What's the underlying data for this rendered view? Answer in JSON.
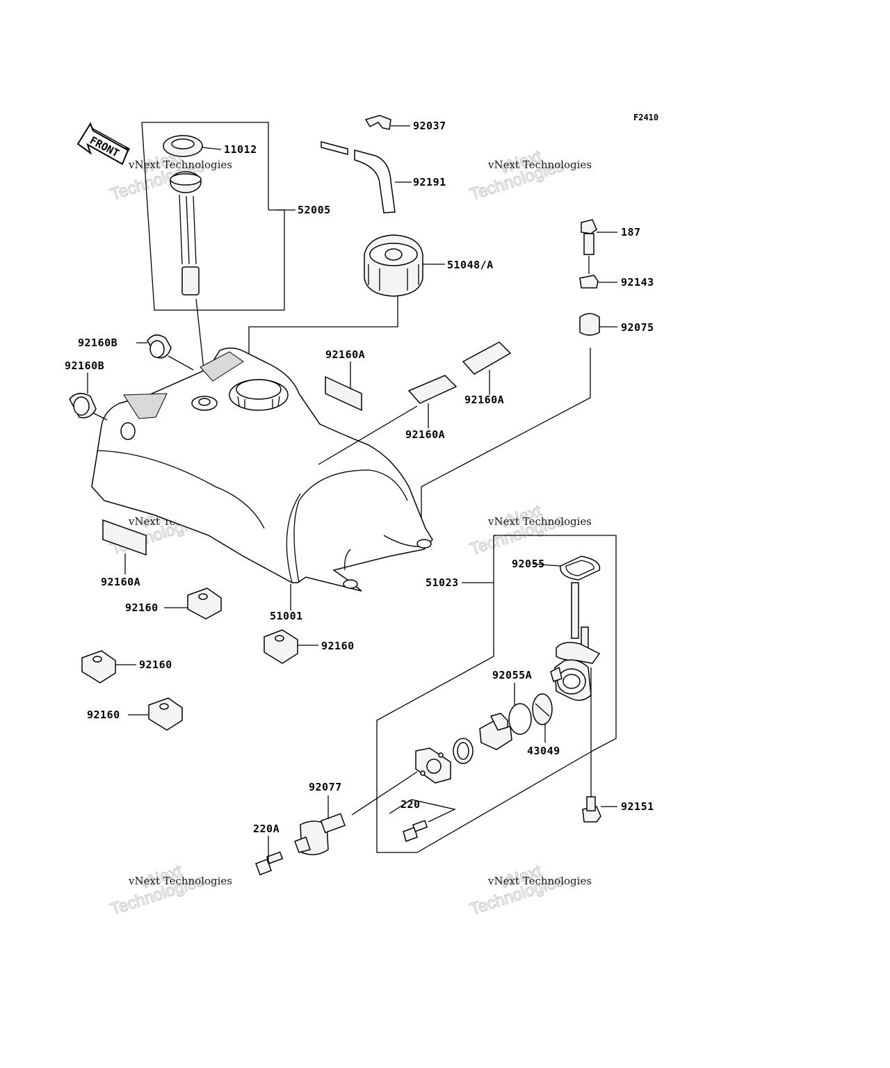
{
  "figure_code": "F2410",
  "front_label": "FRONT",
  "watermark": {
    "line1": "vNext Technologies",
    "line2": "vNext",
    "line3": "Technologies"
  },
  "parts": {
    "p11012": "11012",
    "p52005": "52005",
    "p92037": "92037",
    "p92191": "92191",
    "p51048A": "51048/A",
    "p187": "187",
    "p92143": "92143",
    "p92075": "92075",
    "p92160B_1": "92160B",
    "p92160B_2": "92160B",
    "p92160A_1": "92160A",
    "p92160A_2": "92160A",
    "p92160A_3": "92160A",
    "p92160A_4": "92160A",
    "p51001": "51001",
    "p92160_1": "92160",
    "p92160_2": "92160",
    "p92160_3": "92160",
    "p92160_4": "92160",
    "p92055": "92055",
    "p51023": "51023",
    "p92055A": "92055A",
    "p43049": "43049",
    "p92077": "92077",
    "p220": "220",
    "p220A": "220A",
    "p92151": "92151"
  }
}
